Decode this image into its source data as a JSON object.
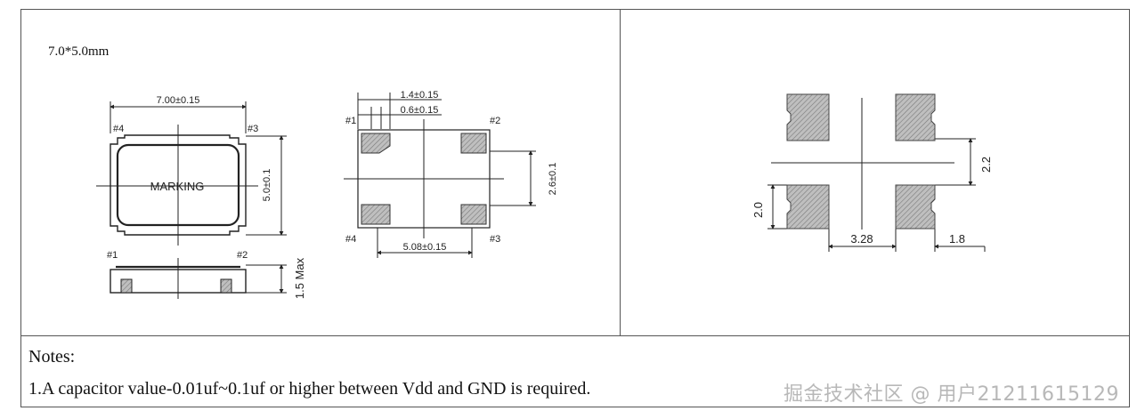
{
  "package_size": "7.0*5.0mm",
  "top_view": {
    "width_dim": "7.00±0.15",
    "height_dim": "5.0±0.1",
    "marking": "MARKING",
    "pins": {
      "p1": "#1",
      "p2": "#2",
      "p3": "#3",
      "p4": "#4"
    }
  },
  "side_view": {
    "height_dim": "1.5 Max",
    "pins": {
      "p1": "#1",
      "p2": "#2"
    }
  },
  "bottom_view": {
    "pad_pitch_dim": "1.4±0.15",
    "pad_width_dim": "0.6±0.15",
    "vertical_dim": "2.6±0.1",
    "horizontal_dim": "5.08±0.15",
    "pins": {
      "p1": "#1",
      "p2": "#2",
      "p3": "#3",
      "p4": "#4"
    }
  },
  "land_pattern": {
    "vertical_gap": "2.2",
    "pad_height": "2.0",
    "center_span": "3.28",
    "pad_width": "1.8"
  },
  "notes": {
    "title": "Notes:",
    "items": [
      "1.A capacitor value-0.01uf~0.1uf or higher between Vdd and GND is required."
    ]
  },
  "watermark": "掘金技术社区 @ 用户21211615129"
}
